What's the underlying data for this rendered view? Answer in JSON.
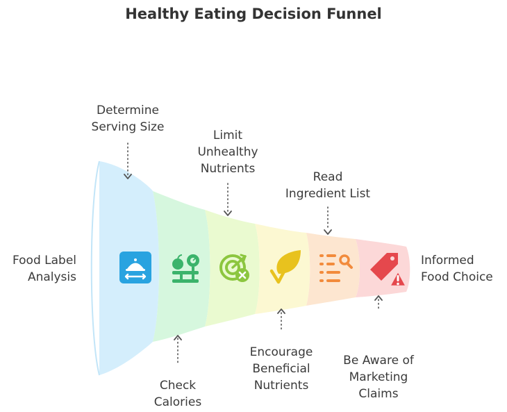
{
  "title": "Healthy Eating Decision Funnel",
  "input_label": [
    "Food Label",
    "Analysis"
  ],
  "output_label": [
    "Informed",
    "Food Choice"
  ],
  "stages": [
    {
      "name": "Determine Serving Size",
      "lines": [
        "Determine",
        "Serving Size"
      ],
      "position": "top",
      "color": "#d4eefc",
      "icon": "serving-dish-icon",
      "icon_color": "#29a3e0"
    },
    {
      "name": "Check Calories",
      "lines": [
        "Check",
        "Calories"
      ],
      "position": "bottom",
      "color": "#d6f7de",
      "icon": "scale-apple-icon",
      "icon_color": "#3bb36b"
    },
    {
      "name": "Limit Unhealthy Nutrients",
      "lines": [
        "Limit",
        "Unhealthy",
        "Nutrients"
      ],
      "position": "top",
      "color": "#eafad0",
      "icon": "target-cancel-icon",
      "icon_color": "#8cc63f"
    },
    {
      "name": "Encourage Beneficial Nutrients",
      "lines": [
        "Encourage",
        "Beneficial",
        "Nutrients"
      ],
      "position": "bottom",
      "color": "#fcf8d2",
      "icon": "leaf-check-icon",
      "icon_color": "#e8c21e"
    },
    {
      "name": "Read Ingredient List",
      "lines": [
        "Read",
        "Ingredient List"
      ],
      "position": "top",
      "color": "#fde6d0",
      "icon": "list-search-icon",
      "icon_color": "#f28b3c"
    },
    {
      "name": "Be Aware of Marketing Claims",
      "lines": [
        "Be Aware of",
        "Marketing",
        "Claims"
      ],
      "position": "bottom",
      "color": "#fcd8d8",
      "icon": "tag-warning-icon",
      "icon_color": "#e5484d"
    }
  ]
}
